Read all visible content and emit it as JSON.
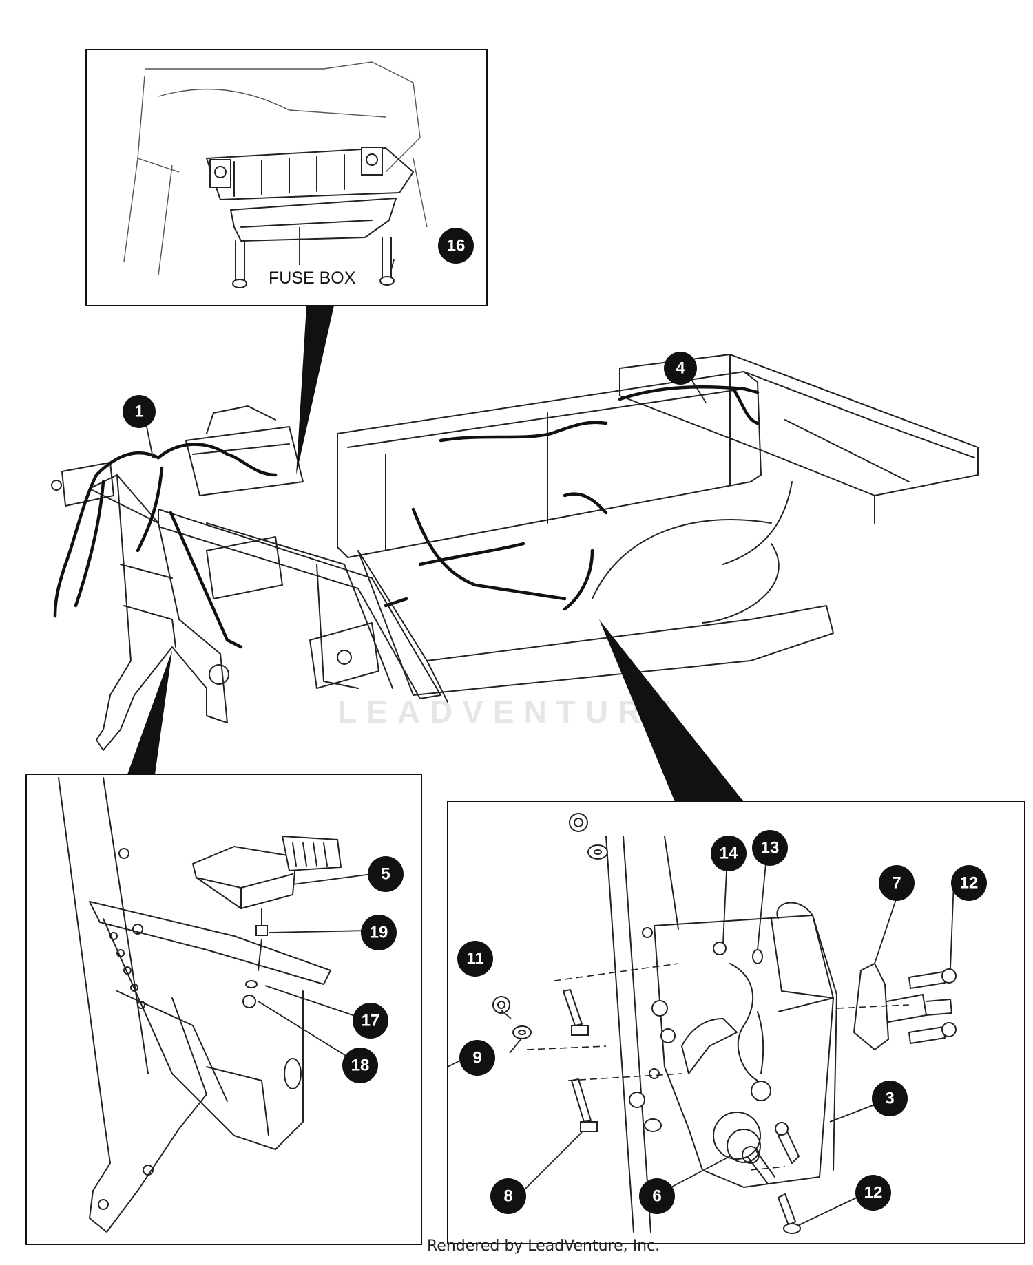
{
  "callouts": {
    "c1": "1",
    "c3": "3",
    "c4": "4",
    "c5": "5",
    "c6": "6",
    "c7": "7",
    "c8": "8",
    "c9": "9",
    "c11": "11",
    "c12a": "12",
    "c12b": "12",
    "c13": "13",
    "c14": "14",
    "c16": "16",
    "c17": "17",
    "c18": "18",
    "c19": "19"
  },
  "labels": {
    "fuse_box": "FUSE BOX",
    "watermark": "LEADVENTURE"
  },
  "footer": {
    "credit": "Rendered by LeadVenture, Inc."
  }
}
